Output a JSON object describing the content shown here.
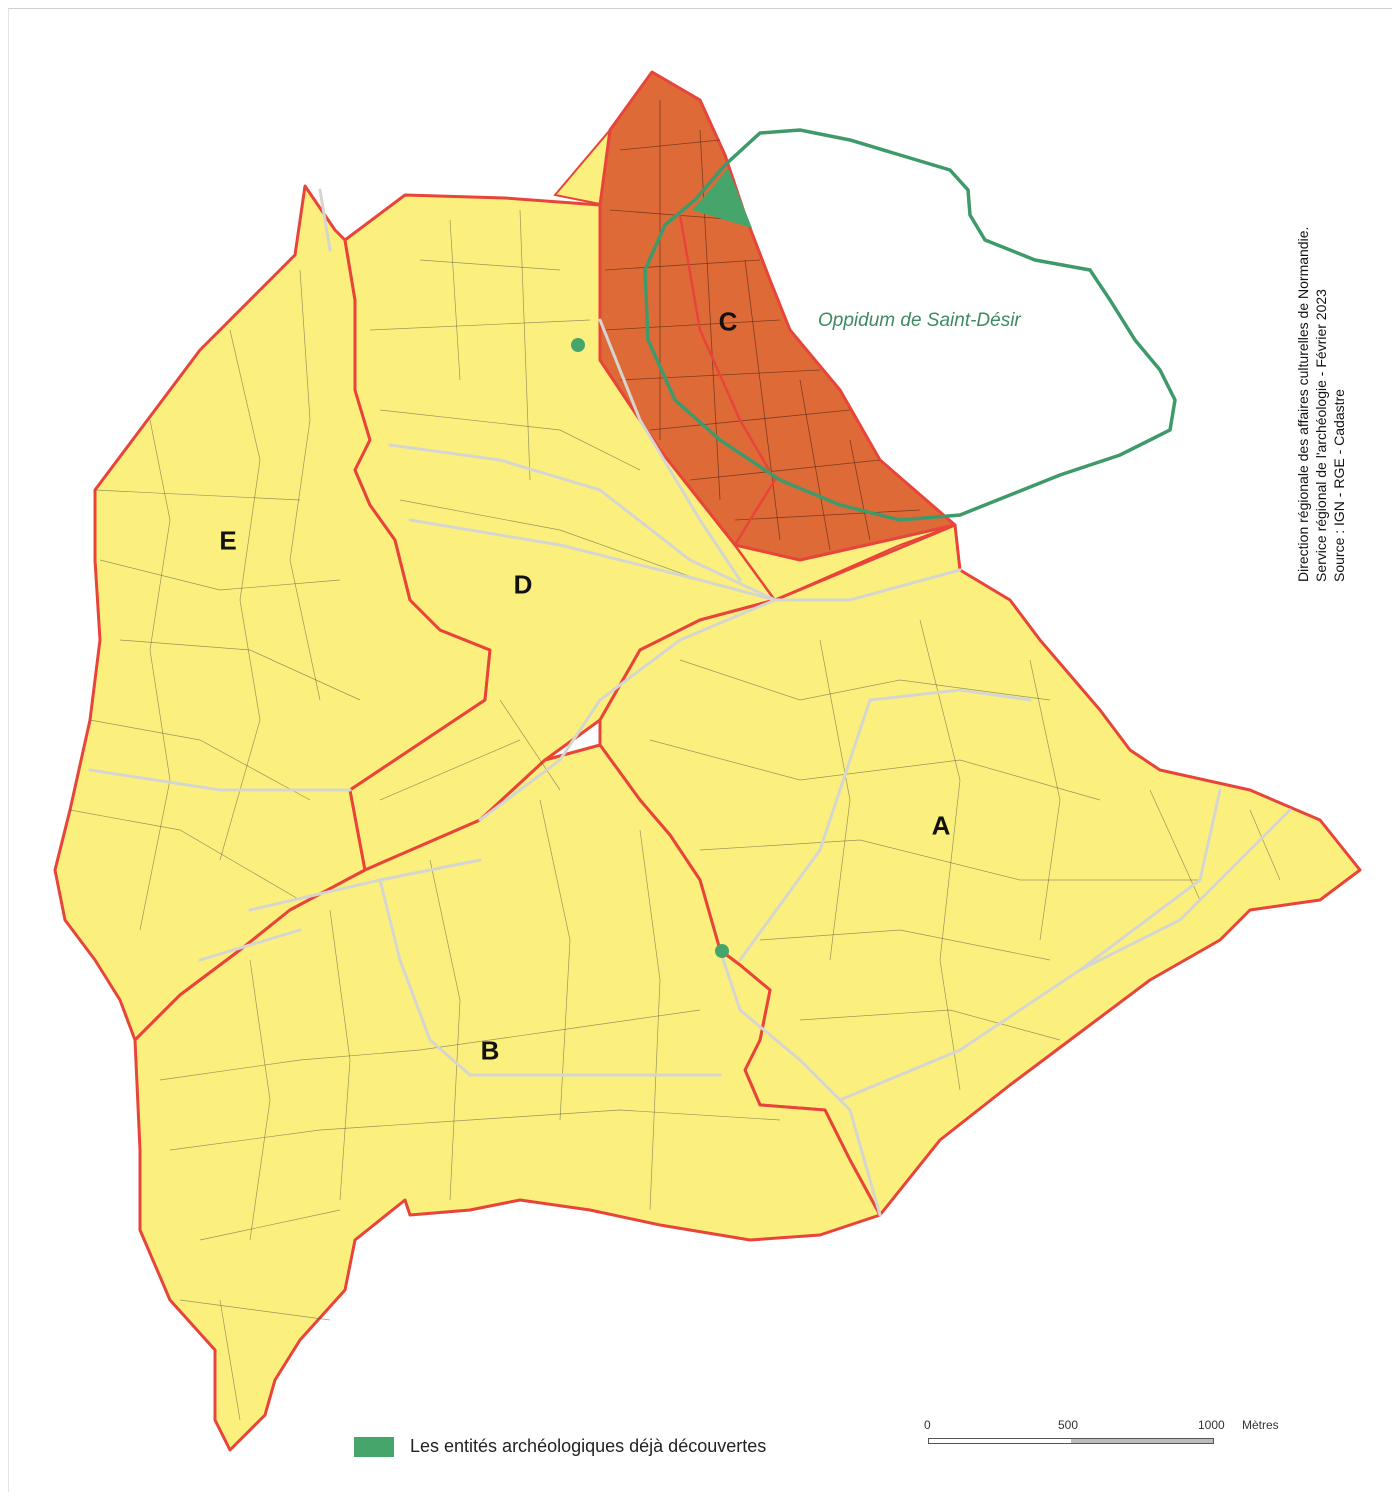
{
  "map": {
    "oppidum_label": "Oppidum de Saint-Désir",
    "zone_labels": {
      "a": "A",
      "b": "B",
      "c": "C",
      "d": "D",
      "e": "E"
    },
    "colors": {
      "zone_fill": "#fbf07e",
      "zone_c_fill": "#de6a38",
      "zone_border": "#e8443a",
      "oppidum_outline": "#3e9a6a",
      "entity": "#45a56b"
    }
  },
  "credits": {
    "line1": "Direction régionale des affaires culturelles de Normandie.",
    "line2": "Service régional de l'archéologie - Février 2023",
    "line3": "Source : IGN - RGE - Cadastre"
  },
  "legend": {
    "entities_label": "Les entités archéologiques déjà découvertes"
  },
  "scale": {
    "tick_0": "0",
    "tick_500": "500",
    "tick_1000": "1000",
    "unit": "Mètres"
  }
}
